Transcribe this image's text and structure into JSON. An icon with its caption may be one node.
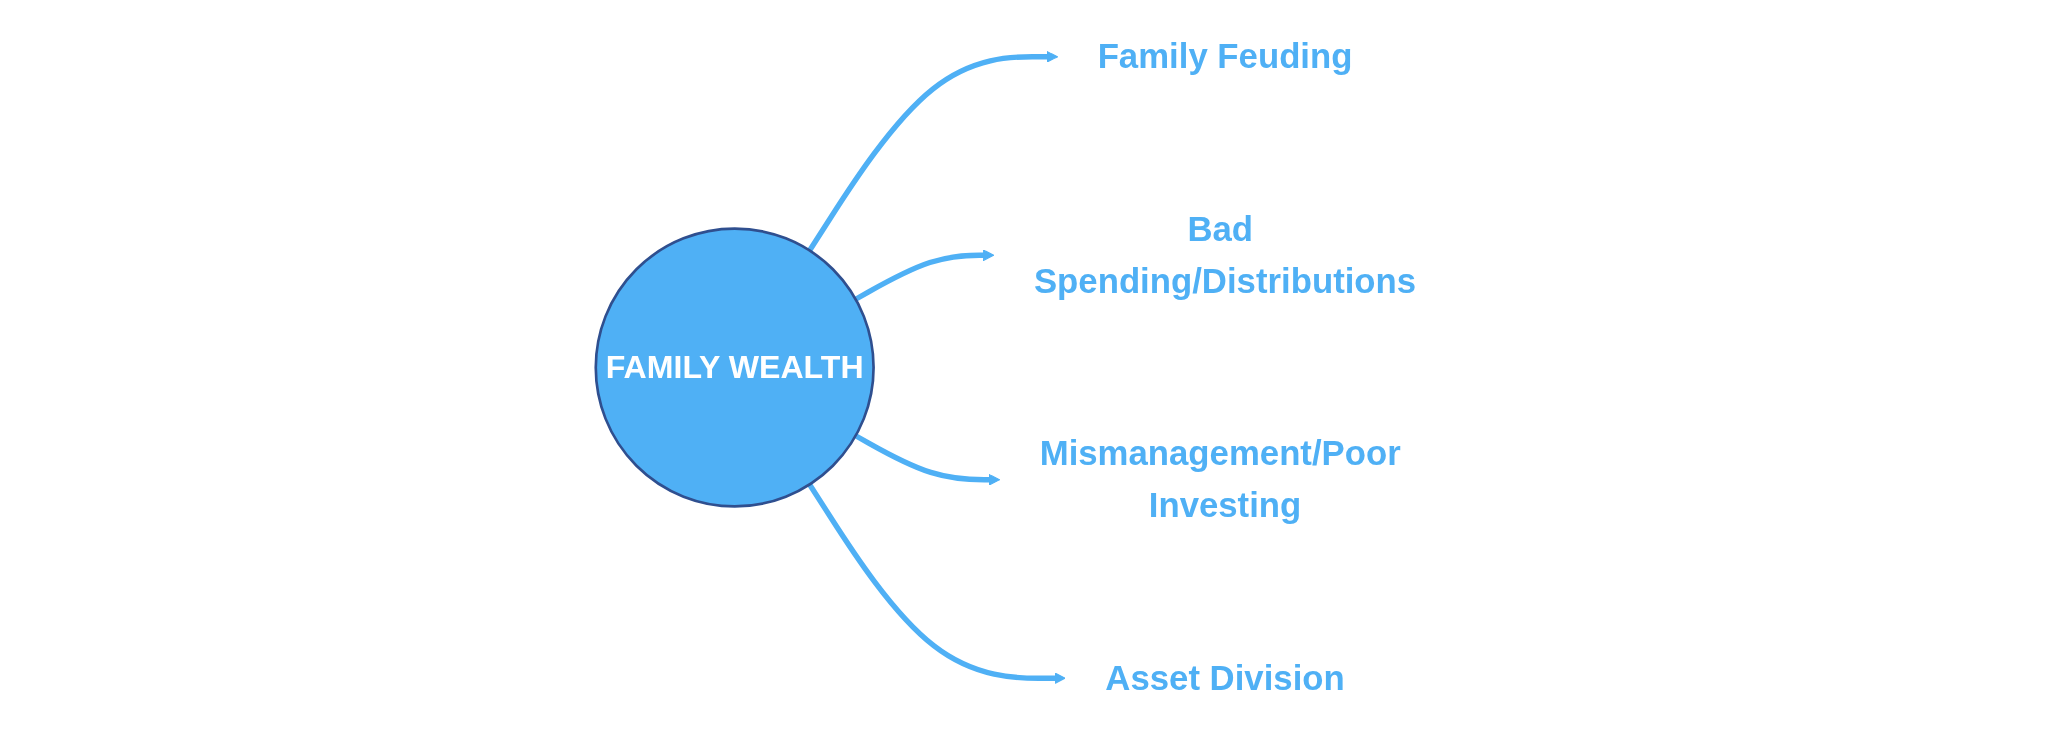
{
  "diagram": {
    "nodes": [
      {
        "text": [
          "FAMILY WEALTH"
        ]
      },
      {
        "text": [
          "Family Feuding"
        ]
      },
      {
        "text": [
          "Bad Spending/Distributions"
        ]
      },
      {
        "text": [
          "Mismanagement/Poor Investing"
        ]
      },
      {
        "text": [
          "Asset Division"
        ]
      }
    ],
    "edges": [
      {
        "from": 0,
        "to": 1,
        "arrow": "to"
      },
      {
        "from": 0,
        "to": 2,
        "arrow": "to"
      },
      {
        "from": 0,
        "to": 3,
        "arrow": "to"
      },
      {
        "from": 0,
        "to": 4,
        "arrow": "to"
      }
    ]
  }
}
